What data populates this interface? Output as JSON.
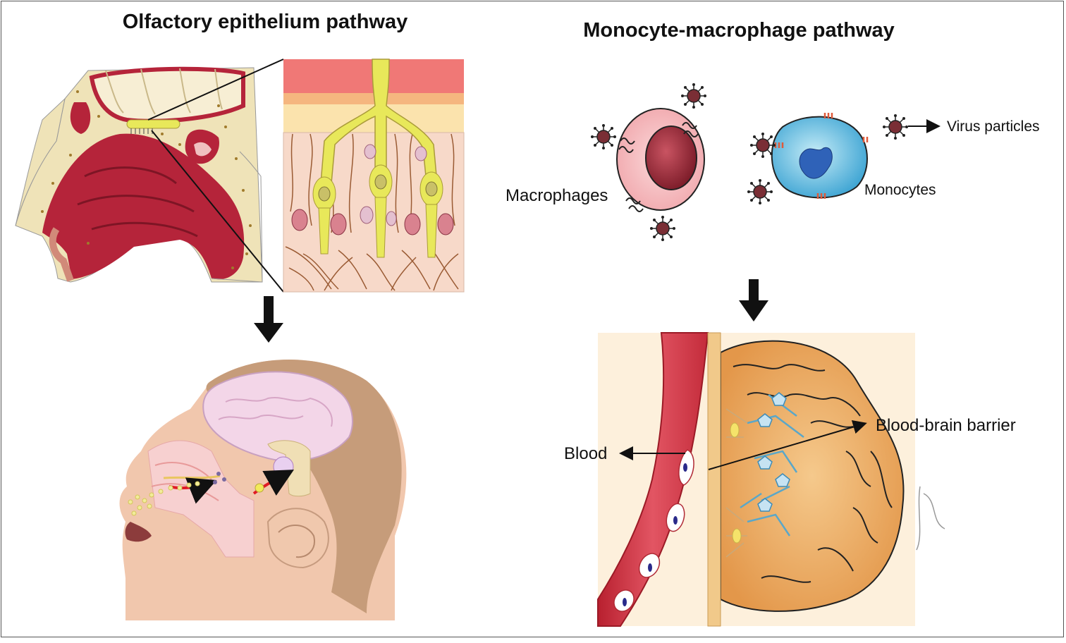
{
  "panels": {
    "olfactory": {
      "title": "Olfactory epithelium pathway"
    },
    "monocyte": {
      "title": "Monocyte-macrophage pathway",
      "labels": {
        "macrophages": "Macrophages",
        "monocytes": "Monocytes",
        "virus_particles": "Virus particles",
        "blood": "Blood",
        "blood_brain_barrier": "Blood-brain barrier"
      }
    }
  },
  "colors": {
    "tissue_red": "#b5243a",
    "bone_cream": "#efe3b8",
    "neuron_yellow": "#e8e85a",
    "macrophage_pink": "#f6c3c6",
    "monocyte_blue": "#5fb8e0",
    "brain_orange": "#e8a55a",
    "vessel_red": "#d63a48"
  }
}
